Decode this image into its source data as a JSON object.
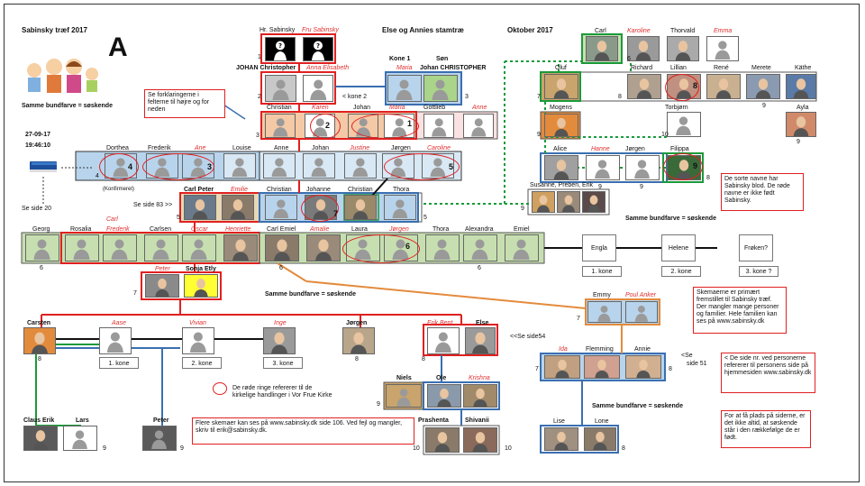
{
  "header": {
    "title": "Sabinsky træf 2017",
    "letter": "A",
    "center_title": "Else og Annies stamtræ",
    "date_label": "Oktober 2017",
    "same_color": "Samme bundfarve = søskende",
    "date": "27-09-17",
    "time": "19:46:10",
    "see20": "Se side 20",
    "see83": "Se side 83 >>",
    "see54": "<<Se side54",
    "see51a": "<Se",
    "see51b": "side 51",
    "konfirmeret": "(Konfirmeret)",
    "kone1": "Kone 1",
    "son": "Søn",
    "kone2": "< kone 2"
  },
  "colors": {
    "red": "#e02020",
    "blue": "#3a6fb0",
    "green": "#1a9a3a",
    "orange": "#e38b3c",
    "lightblue": "#b8d4ec",
    "lightgreen": "#c7dfb0",
    "tan": "#e8d7b5",
    "brown": "#c9a46c",
    "yellow": "#ffff33",
    "gray": "#a6a6a6",
    "peach": "#f4c9a6"
  },
  "names": {
    "hr_sabinsky": "Hr. Sabinsky",
    "fru_sabinsky": "Fru Sabinsky",
    "johan_christopher": "JOHAN Christopher",
    "anna_elisabeth": "Anna Elisabeth",
    "maria1": "Maria",
    "johan_christopher2": "Johan CHRISTOPHER",
    "christian1": "Christian",
    "karen": "Karen",
    "johan1": "Johan",
    "maria2": "Maria",
    "gottlieb": "Gottlieb",
    "anne1": "Anne",
    "dorthea": "Dorthea",
    "frederik1": "Frederik",
    "ane": "Ane",
    "louise": "Louise",
    "anne2": "Anne",
    "johan2": "Johan",
    "justine": "Justine",
    "jorgen1": "Jørgen",
    "caroline1": "Caroline",
    "carl_peter": "Carl Peter",
    "emilie": "Emilie",
    "christian2": "Christian",
    "johanne": "Johanne",
    "christian3": "Christian",
    "thora1": "Thora",
    "carl": "Carl",
    "georg": "Georg",
    "rosalia": "Rosalia",
    "frederik2": "Frederik",
    "carlsen": "Carlsen",
    "oscar": "Oscar",
    "henriette": "Henriette",
    "carl_emiel": "Carl Emiel",
    "amalie": "Amalie",
    "laura": "Laura",
    "jorgen2": "Jørgen",
    "thora2": "Thora",
    "alexandra": "Alexandra",
    "emiel": "Emiel",
    "engla": "Engla",
    "helene": "Helene",
    "froken": "Frøken?",
    "peter1": "Peter",
    "sonja": "Sonja Etly",
    "carsten": "Carsten",
    "aase": "Aase",
    "vivian": "Vivian",
    "inge": "Inge",
    "jorgen3": "Jørgen",
    "erik_bent": "Erik Bent",
    "else": "Else",
    "niels": "Niels",
    "ole": "Ole",
    "krishna": "Krishna",
    "prashenta": "Prashenta",
    "shivanii": "Shivanii",
    "claus_erik": "Claus Erik",
    "lars": "Lars",
    "peter2": "Peter",
    "carl_r": "Carl",
    "karoline": "Karoline",
    "thorvald": "Thorvald",
    "emma": "Emma",
    "oluf": "Oluf",
    "richard": "Richard",
    "lillian": "Lillian",
    "rene": "René",
    "merete": "Merete",
    "kathe": "Käthe",
    "mogens": "Mogens",
    "torbjorn": "Torbjørn",
    "ayla": "Ayla",
    "alice": "Alice",
    "hanne": "Hanne",
    "jorgen4": "Jørgen",
    "filippa": "Filippa",
    "susanne": "Susanne, Preben, Erik",
    "emmy": "Emmy",
    "poul_anker": "Poul Anker",
    "ida": "Ida",
    "flemming": "Flemming",
    "annie": "Annie",
    "lise": "Lise",
    "lone": "Lone"
  },
  "konelabels": {
    "kone1": "1. kone",
    "kone2": "2. kone",
    "kone3": "3. kone ?",
    "kone1b": "1. kone",
    "kone2b": "2. kone",
    "kone3b": "3. kone"
  },
  "notes": {
    "forklaring": "Se forklaringerne i felterne til højre og for neden",
    "sorte": "De sorte navne har Sabinsky blod. De røde navne er ikke født Sabinsky.",
    "skema": "Skemaerne er primært fremstillet til Sabinsky træf. Der mangler mange personer og familier. Hele familien kan ses på www.sabinsky.dk",
    "side": "< De side nr. ved personerne refererer til personens side på hjemmesiden www.sabinsky.dk",
    "plads": "For at få plads på siderne, er det ikke altid, at søskende står i den rækkefølge de er født.",
    "ringe": "De røde ringe refererer til de kirkelige handlinger i Vor Frue Kirke",
    "flere": "Flere skemaer kan ses på www.sabinsky.dk side 106. Ved fejl og mangler, skriv til erik@sabinsky.dk."
  },
  "rings": [
    "1",
    "2",
    "3",
    "4",
    "5",
    "6",
    "7",
    "8",
    "9"
  ],
  "pages": [
    "1",
    "1",
    "2",
    "3",
    "3",
    "4",
    "5",
    "5",
    "5",
    "6",
    "6",
    "6",
    "7",
    "8",
    "8",
    "8",
    "9",
    "9",
    "9",
    "9",
    "10",
    "10",
    "6",
    "7",
    "7",
    "8",
    "8",
    "9",
    "10",
    "8",
    "9",
    "6",
    "7",
    "8",
    "9",
    "9",
    "9",
    "9",
    "9"
  ],
  "icons": {
    "book": "book-icon",
    "family": "family-cartoon-icon",
    "silhouette": "silhouette-icon",
    "unknown": "question-mark-icon"
  }
}
